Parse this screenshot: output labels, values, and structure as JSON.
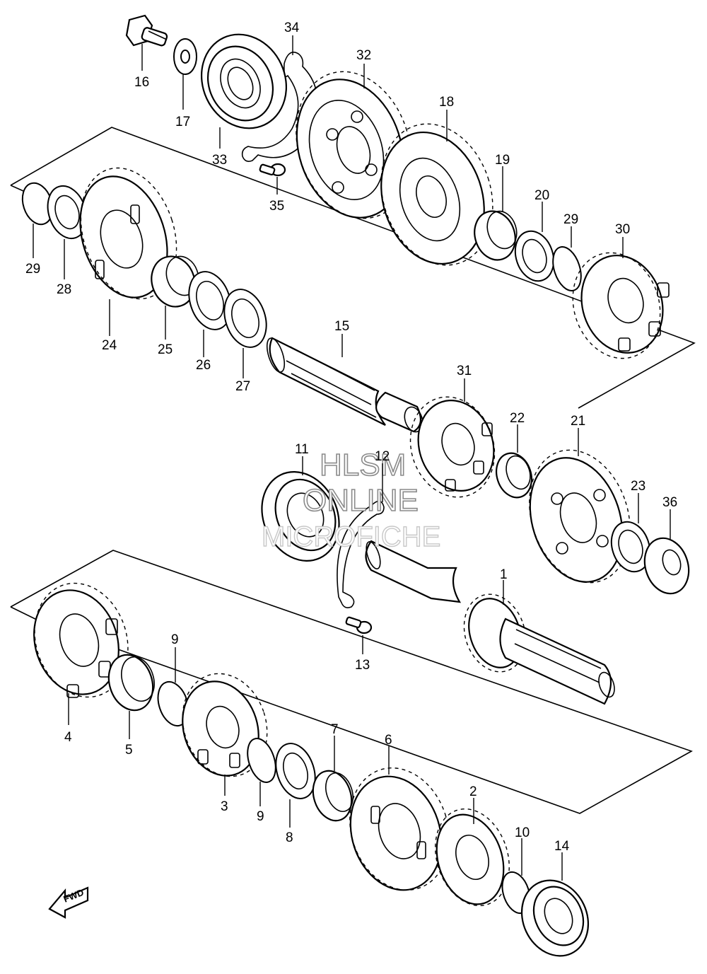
{
  "watermark": {
    "line1": "HLSM",
    "line2": "ONLINE",
    "line3": "MICROFICHE"
  },
  "direction_arrow": {
    "label": "FWD",
    "icon": "forward-arrow-icon"
  },
  "callouts": [
    {
      "id": "16",
      "text": "16"
    },
    {
      "id": "17",
      "text": "17"
    },
    {
      "id": "33",
      "text": "33"
    },
    {
      "id": "34",
      "text": "34"
    },
    {
      "id": "32",
      "text": "32"
    },
    {
      "id": "35",
      "text": "35"
    },
    {
      "id": "18",
      "text": "18"
    },
    {
      "id": "19",
      "text": "19"
    },
    {
      "id": "20",
      "text": "20"
    },
    {
      "id": "29a",
      "text": "29"
    },
    {
      "id": "30",
      "text": "30"
    },
    {
      "id": "29b",
      "text": "29"
    },
    {
      "id": "28",
      "text": "28"
    },
    {
      "id": "24",
      "text": "24"
    },
    {
      "id": "25",
      "text": "25"
    },
    {
      "id": "26",
      "text": "26"
    },
    {
      "id": "27",
      "text": "27"
    },
    {
      "id": "15",
      "text": "15"
    },
    {
      "id": "31",
      "text": "31"
    },
    {
      "id": "22",
      "text": "22"
    },
    {
      "id": "21",
      "text": "21"
    },
    {
      "id": "11",
      "text": "11"
    },
    {
      "id": "12",
      "text": "12"
    },
    {
      "id": "23",
      "text": "23"
    },
    {
      "id": "36",
      "text": "36"
    },
    {
      "id": "1",
      "text": "1"
    },
    {
      "id": "13",
      "text": "13"
    },
    {
      "id": "9a",
      "text": "9"
    },
    {
      "id": "4",
      "text": "4"
    },
    {
      "id": "5",
      "text": "5"
    },
    {
      "id": "3",
      "text": "3"
    },
    {
      "id": "9b",
      "text": "9"
    },
    {
      "id": "7",
      "text": "7"
    },
    {
      "id": "8",
      "text": "8"
    },
    {
      "id": "6",
      "text": "6"
    },
    {
      "id": "2",
      "text": "2"
    },
    {
      "id": "10",
      "text": "10"
    },
    {
      "id": "14",
      "text": "14"
    }
  ]
}
